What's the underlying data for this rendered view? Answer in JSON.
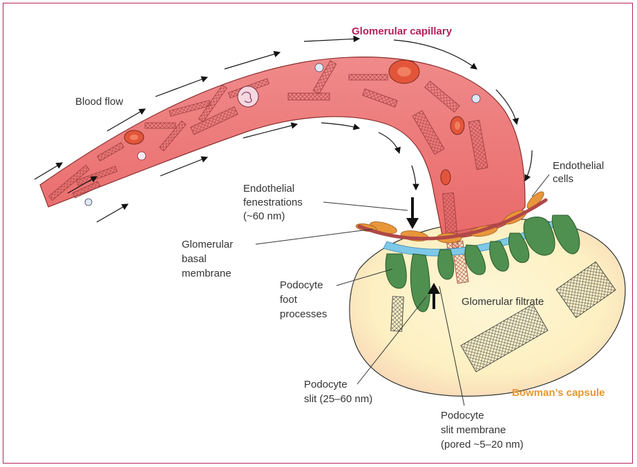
{
  "colors": {
    "border": "#b4205a",
    "capillary": "#ee7b7b",
    "capsule": "#fdf3c8",
    "foot_process": "#4f8f4f",
    "endothelial": "#e8963a",
    "title_red": "#b4205a",
    "title_orange": "#e8962e"
  },
  "labels": {
    "glomerular_capillary": "Glomerular capillary",
    "blood_flow": "Blood flow",
    "endothelial_cells": [
      "Endothelial",
      "cells"
    ],
    "endothelial_fenestrations": [
      "Endothelial",
      "fenestrations",
      "(~60 nm)"
    ],
    "glomerular_basal_membrane": [
      "Glomerular",
      "basal",
      "membrane"
    ],
    "podocyte_foot_processes": [
      "Podocyte",
      "foot",
      "processes"
    ],
    "glomerular_filtrate": "Glomerular filtrate",
    "podocyte_slit": [
      "Podocyte",
      "slit (25–60 nm)"
    ],
    "podocyte_slit_membrane": [
      "Podocyte",
      "slit membrane",
      "(pored ~5–20 nm)"
    ],
    "bowmans_capsule": "Bowman’s capsule"
  }
}
